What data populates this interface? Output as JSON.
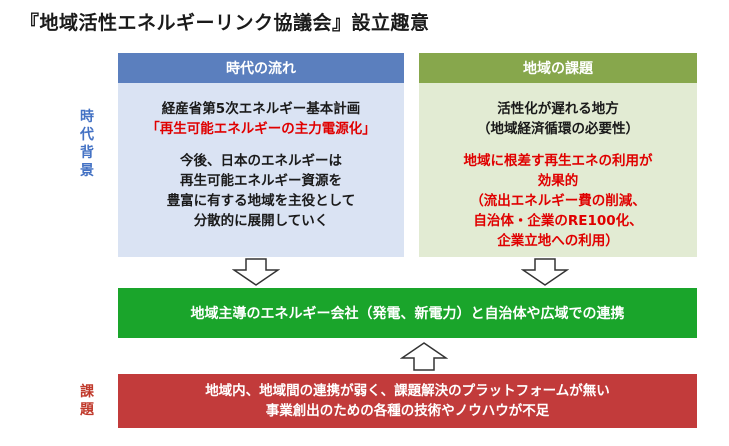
{
  "title": "『地域活性エネルギーリンク協議会』設立趣意",
  "side_labels": {
    "background": [
      "時",
      "代",
      "背",
      "景"
    ],
    "issues": [
      "課",
      "題"
    ]
  },
  "left_panel": {
    "header": "時代の流れ",
    "line1": "経産省第5次エネルギー基本計画",
    "line2_red": "「再生可能エネルギーの主力電源化」",
    "line3": "今後、日本のエネルギーは",
    "line4": "再生可能エネルギー資源を",
    "line5": "豊富に有する地域を主役として",
    "line6": "分散的に展開していく"
  },
  "right_panel": {
    "header": "地域の課題",
    "line1": "活性化が遅れる地方",
    "line2": "（地域経済循環の必要性）",
    "line3_red": "地域に根差す再生エネの利用が",
    "line4_red": "効果的",
    "line5_red": "（流出エネルギー費の削減、",
    "line6_red": "自治体・企業のRE100化、",
    "line7_red": "企業立地への利用）"
  },
  "green_bar": {
    "text": "地域主導のエネルギー会社（発電、新電力）と自治体や広域での連携"
  },
  "red_bar": {
    "line1": "地域内、地域間の連携が弱く、課題解決のプラットフォームが無い",
    "line2": "事業創出のための各種の技術やノウハウが不足"
  },
  "colors": {
    "left_header": "#5b7fbe",
    "left_panel": "#dae3f3",
    "right_header": "#87a74c",
    "right_panel": "#e2ebd3",
    "green_bar": "#1aa52b",
    "red_bar": "#c23b3b",
    "emphasis_red": "#e00000",
    "side_background_label": "#4472c4",
    "side_issue_label": "#c0392b"
  }
}
